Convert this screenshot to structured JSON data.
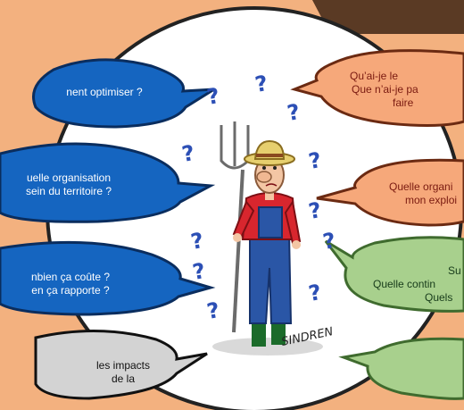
{
  "bubbles": {
    "blue1": {
      "lines": [
        "nent optimiser ?"
      ]
    },
    "blue2": {
      "lines": [
        "uelle organisation",
        "sein du territoire ?"
      ]
    },
    "blue3": {
      "lines": [
        "nbien ça coûte ?",
        "en ça rapporte ?"
      ]
    },
    "grey1": {
      "lines": [
        "les impacts",
        "de la"
      ]
    },
    "orange1": {
      "lines": [
        "Qu’ai-je le",
        "Que n’ai-je pa",
        "faire"
      ]
    },
    "orange2": {
      "lines": [
        "Quelle organi",
        "mon exploi"
      ]
    },
    "green1": {
      "lines": [
        "Su",
        "Quelle contin",
        "Quels"
      ]
    }
  },
  "illustration": {
    "signature": "SINDREN",
    "question_mark": "?"
  },
  "colors": {
    "background": "#f3b17f",
    "circle": "#ffffff",
    "blue_bubble": "#1565c0",
    "orange_bubble": "#f6a87a",
    "green_bubble": "#a8d08d",
    "grey_bubble": "#d3d3d3",
    "dark_banner": "#5a3a24"
  }
}
